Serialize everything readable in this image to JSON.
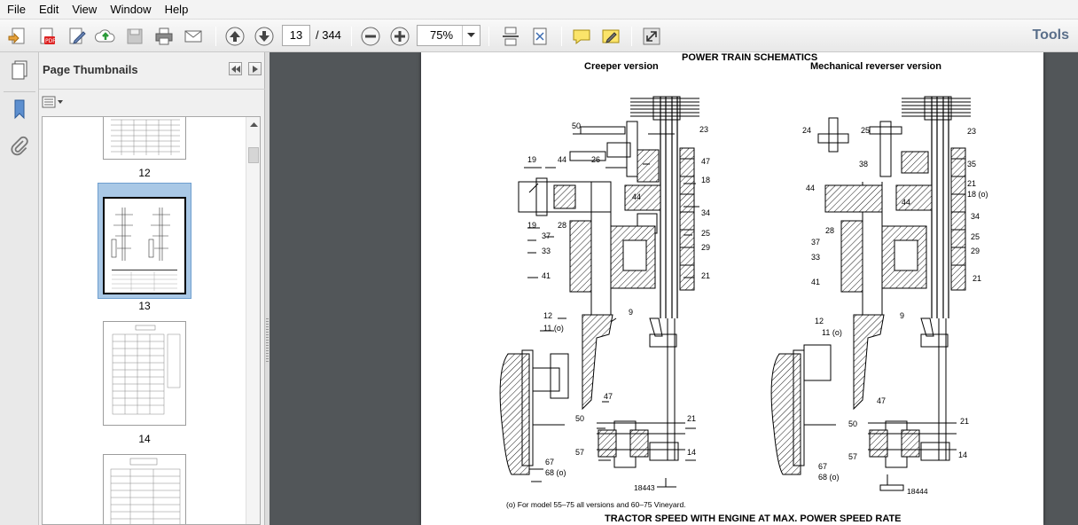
{
  "menu": [
    "File",
    "Edit",
    "View",
    "Window",
    "Help"
  ],
  "toolbar": {
    "current_page": "13",
    "page_total": "/ 344",
    "zoom": "75%",
    "tools_label": "Tools"
  },
  "thumbnails_panel": {
    "title": "Page Thumbnails",
    "thumbs": [
      {
        "label": "12",
        "selected": false
      },
      {
        "label": "13",
        "selected": true
      },
      {
        "label": "14",
        "selected": false
      },
      {
        "label": "",
        "selected": false
      }
    ]
  },
  "document": {
    "page_title": "POWER TRAIN SCHEMATICS",
    "left_caption": "Creeper version",
    "right_caption": "Mechanical reverser version",
    "footnote": "(o) For model 55–75 all versions and 60–75 Vineyard.",
    "bottom_heading": "TRACTOR SPEED WITH ENGINE AT MAX. POWER SPEED RATE",
    "left_figure_id": "18443",
    "right_figure_id": "18444",
    "left_labels": [
      "50",
      "23",
      "26",
      "47",
      "19",
      "44",
      "18",
      "44",
      "34",
      "19",
      "28",
      "25",
      "37",
      "29",
      "33",
      "41",
      "21",
      "12",
      "11 (o)",
      "9",
      "47",
      "50",
      "21",
      "57",
      "14",
      "67",
      "68 (o)"
    ],
    "right_labels": [
      "24",
      "25",
      "23",
      "38",
      "35",
      "44",
      "21",
      "18 (o)",
      "44",
      "34",
      "28",
      "25",
      "37",
      "29",
      "33",
      "41",
      "21",
      "12",
      "11 (o)",
      "9",
      "47",
      "50",
      "21",
      "57",
      "14",
      "67",
      "68 (o)"
    ]
  }
}
